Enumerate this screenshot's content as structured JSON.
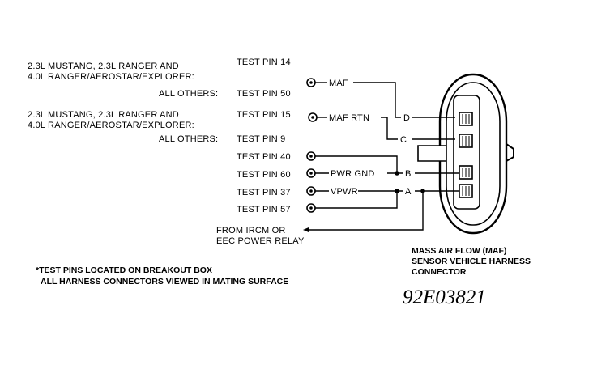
{
  "labels": {
    "group1_line1": "2.3L MUSTANG, 2.3L RANGER AND",
    "group1_line2": "4.0L RANGER/AEROSTAR/EXPLORER:",
    "group1_others": "ALL OTHERS:",
    "group1_pin_a": "TEST PIN 14",
    "group1_pin_b": "TEST PIN 50",
    "group2_line1": "2.3L MUSTANG, 2.3L RANGER AND",
    "group2_line2": "4.0L RANGER/AEROSTAR/EXPLORER:",
    "group2_others": "ALL OTHERS:",
    "group2_pin_a": "TEST PIN 15",
    "group2_pin_b": "TEST PIN 9",
    "pin40": "TEST PIN 40",
    "pin60": "TEST PIN 60",
    "pin37": "TEST PIN 37",
    "pin57": "TEST PIN 57",
    "from_line1": "FROM IRCM OR",
    "from_line2": "EEC POWER RELAY"
  },
  "wires": {
    "maf": "MAF",
    "maf_rtn": "MAF RTN",
    "pwr_gnd": "PWR GND",
    "vpwr": "VPWR"
  },
  "terminals": {
    "d": "D",
    "c": "C",
    "b": "B",
    "a": "A"
  },
  "connector_title": [
    "MASS AIR FLOW (MAF)",
    "SENSOR VEHICLE HARNESS",
    "CONNECTOR"
  ],
  "notes": [
    "*TEST PINS LOCATED ON BREAKOUT BOX",
    "ALL HARNESS CONNECTORS VIEWED IN MATING SURFACE"
  ],
  "reference": "92E03821"
}
